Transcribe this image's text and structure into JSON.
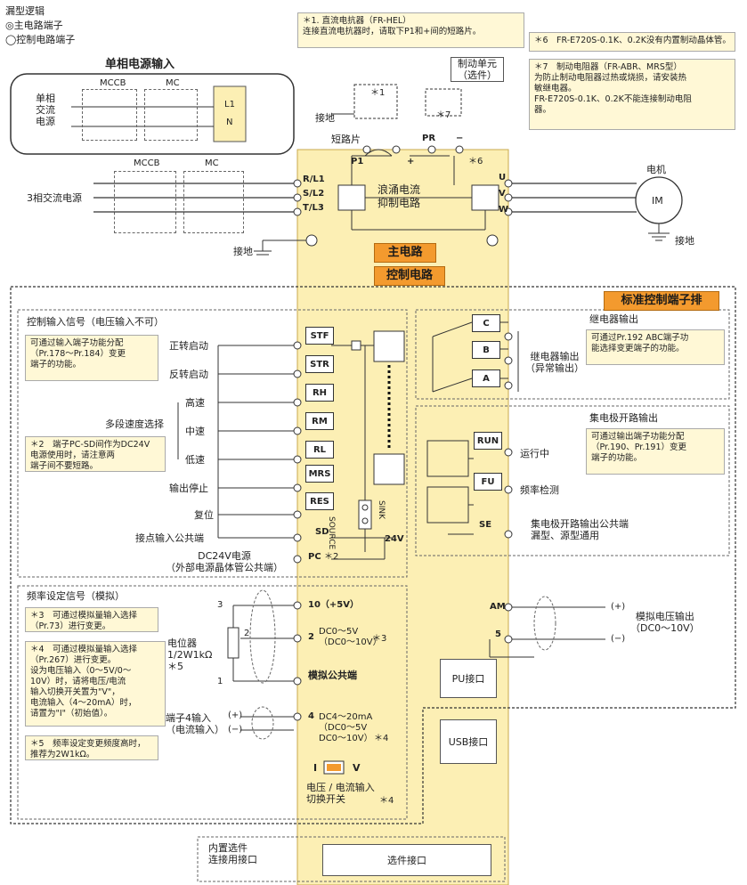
{
  "legend": {
    "title": "漏型逻辑",
    "main": "◎主电路端子",
    "control": "◯控制电路端子"
  },
  "notes": {
    "n1": "＊1. 直流电抗器（FR-HEL）\n连接直流电抗器时，请取下P1和+间的短路片。",
    "n6": "＊6　FR-E720S-0.1K、0.2K没有内置制动晶体管。",
    "n7": "＊7　制动电阻器（FR-ABR、MRS型）\n为防止制动电阻器过热或烧损，请安装热\n敏继电器。\nFR-E720S-0.1K、0.2K不能连接制动电阻\n器。",
    "input_func": "可通过输入端子功能分配\n（Pr.178～Pr.184）变更\n端子的功能。",
    "n2": "＊2　端子PC-SD间作为DC24V\n电源使用时，请注意两\n端子间不要短路。",
    "n3": "＊3　可通过模拟量输入选择\n（Pr.73）进行变更。",
    "n4": "＊4　可通过模拟量输入选择\n（Pr.267）进行变更。\n设为电压输入（0～5V/0～\n10V）时，请将电压/电流\n输入切换开关置为\"V\"，\n电流输入（4～20mA）时，\n请置为\"I\"（初始值）。",
    "n5": "＊5　频率设定变更频度高时，\n推荐为2W1kΩ。",
    "relay_func": "可通过Pr.192 ABC端子功\n能选择变更端子的功能。",
    "oc_func": "可通过输出端子功能分配\n（Pr.190、Pr.191）变更\n端子的功能。"
  },
  "power": {
    "single_title": "单相电源输入",
    "single_label": "单相\n交流\n电源",
    "mccb": "MCCB",
    "mc": "MC",
    "l1": "L1",
    "n": "N",
    "three_label": "3相交流电源",
    "ground": "接地"
  },
  "main": {
    "title": "主电路",
    "brake_unit": "制动单元\n（选件）",
    "short_bar": "短路片",
    "p1": "P1",
    "plus": "+",
    "pr": "PR",
    "minus": "−",
    "star1": "＊1",
    "star7": "＊7",
    "star6": "＊6",
    "inrush": "浪涌电流\n抑制电路",
    "r": "R/L1",
    "s": "S/L2",
    "t": "T/L3",
    "u": "U",
    "v": "V",
    "w": "W",
    "motor": "电机",
    "im": "IM",
    "ground": "接地"
  },
  "control": {
    "title": "控制电路",
    "std_block": "标准控制端子排",
    "input_title": "控制输入信号（电压输入不可）",
    "fwd": "正转启动",
    "rev": "反转启动",
    "high": "高速",
    "mid": "中速",
    "low": "低速",
    "multi": "多段速度选择",
    "stop": "输出停止",
    "reset": "复位",
    "common": "接点输入公共端",
    "dc24": "DC24V电源\n（外部电源晶体管公共端）",
    "terms": [
      "STF",
      "STR",
      "RH",
      "RM",
      "RL",
      "MRS",
      "RES"
    ],
    "sd": "SD",
    "pc": "PC",
    "pc_star": "＊2",
    "v24": "24V",
    "source": "SOURCE",
    "sink": "SINK",
    "relay_title": "继电器输出",
    "relay_label": "继电器输出\n（异常输出）",
    "c": "C",
    "b": "B",
    "a": "A",
    "oc_title": "集电极开路输出",
    "run": "RUN",
    "run_label": "运行中",
    "fu": "FU",
    "fu_label": "频率检测",
    "se": "SE",
    "se_label": "集电极开路输出公共端\n漏型、源型通用",
    "freq_title": "频率设定信号（模拟）",
    "pot": "电位器\n1/2W1kΩ\n＊5",
    "p3": "3",
    "p2": "2",
    "p1": "1",
    "t10": "10（+5V）",
    "t2": "2",
    "t2_range": "DC0～5V\n（DC0～10V）",
    "t2_star": "＊3",
    "analog_common": "模拟公共端",
    "t4_label": "端子4输入\n（电流输入）",
    "plus": "(+)",
    "minus": "(−)",
    "t4": "4",
    "t4_range": "DC4～20mA\n（DC0～5V\nDC0～10V）",
    "t4_star": "＊4",
    "sw_i": "I",
    "sw_v": "V",
    "sw_label": "电压 / 电流输入\n切换开关",
    "sw_star": "＊4",
    "am": "AM",
    "t5": "5",
    "am_plus": "(+)",
    "am_minus": "(−)",
    "am_label": "模拟电压输出\n（DC0～10V）",
    "pu": "PU接口",
    "usb": "USB接口",
    "option_label": "内置选件\n连接用接口",
    "option_conn": "选件接口"
  },
  "colors": {
    "panel": "#fcefb4",
    "accent": "#f39a2e"
  }
}
